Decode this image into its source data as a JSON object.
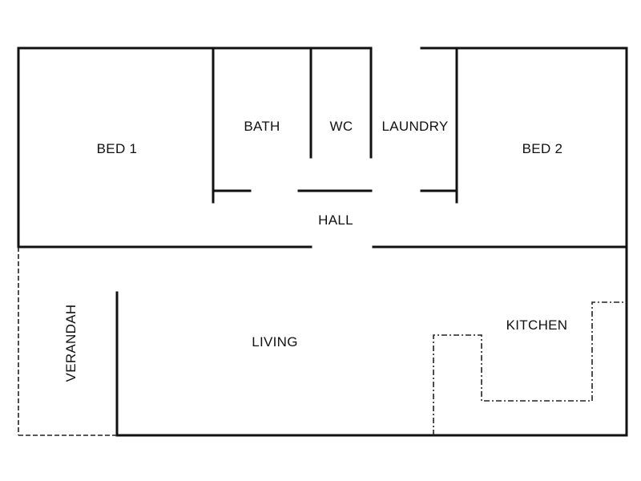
{
  "rooms": {
    "bed1": "BED 1",
    "bath": "BATH",
    "wc": "WC",
    "laundry": "LAUNDRY",
    "bed2": "BED 2",
    "hall": "HALL",
    "verandah": "VERANDAH",
    "living": "LIVING",
    "kitchen": "KITCHEN"
  }
}
